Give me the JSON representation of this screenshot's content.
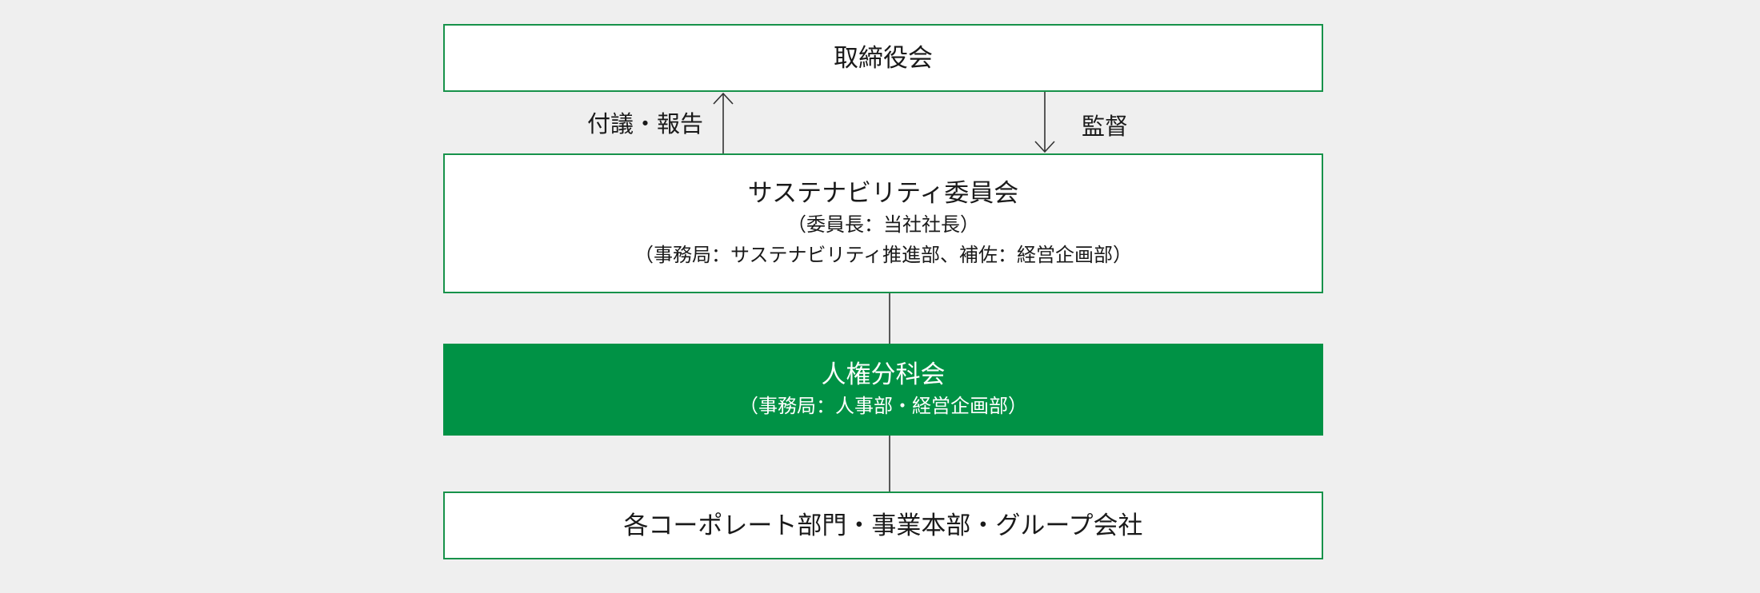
{
  "diagram": {
    "board": {
      "title": "取締役会"
    },
    "arrows": {
      "up_label": "付議・報告",
      "down_label": "監督"
    },
    "sustainability": {
      "title": "サステナビリティ委員会",
      "chair": "（委員長：当社社長）",
      "secretariat": "（事務局：サステナビリティ推進部、補佐：経営企画部）"
    },
    "human_rights": {
      "title": "人権分科会",
      "secretariat": "（事務局：人事部・経営企画部）"
    },
    "divisions": {
      "title": "各コーポレート部門・事業本部・グループ会社"
    },
    "colors": {
      "accent_green": "#009245",
      "border_green": "#17924a",
      "background": "#efefef"
    }
  }
}
